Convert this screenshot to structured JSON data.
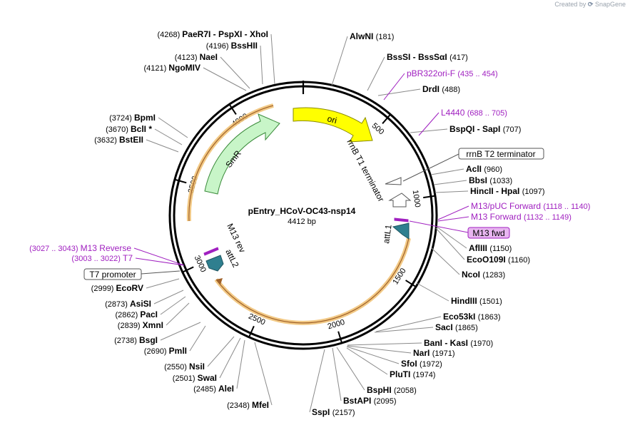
{
  "app": {
    "credit_prefix": "Created by",
    "credit_brand": "SnapGene"
  },
  "plasmid": {
    "name": "pEntry_HCoV-OC43-nsp14",
    "length_label": "4412 bp",
    "length": 4412
  },
  "colors": {
    "feature_purple": "#a020c0",
    "backbone": "#000000",
    "origin_fill": "#ffff00",
    "smr_fill": "#c8f5c8",
    "amp_halo": "#f0c070",
    "att_fill": "#2f7f8f"
  },
  "ticks": [
    "500",
    "1000",
    "1500",
    "2000",
    "2500",
    "3000",
    "3500",
    "4000"
  ],
  "features": {
    "ori": "ori",
    "smr": "SmR",
    "rrnb_t1": "rrnB T1 terminator",
    "attl1": "attL1",
    "attl2": "attL2",
    "m13rev": "M13 rev"
  },
  "left_sites": [
    {
      "pos": "(4268)",
      "name": "PaeR7I  -  PspXI  -  XhoI"
    },
    {
      "pos": "(4196)",
      "name": "BssHII"
    },
    {
      "pos": "(4123)",
      "name": "NaeI"
    },
    {
      "pos": "(4121)",
      "name": "NgoMIV"
    },
    {
      "pos": "(3724)",
      "name": "BpmI"
    },
    {
      "pos": "(3670)",
      "name": "BclI *"
    },
    {
      "pos": "(3632)",
      "name": "BstEII"
    },
    {
      "pos": "(2999)",
      "name": "EcoRV"
    },
    {
      "pos": "(2873)",
      "name": "AsiSI"
    },
    {
      "pos": "(2862)",
      "name": "PacI"
    },
    {
      "pos": "(2839)",
      "name": "XmnI"
    },
    {
      "pos": "(2738)",
      "name": "BsgI"
    },
    {
      "pos": "(2690)",
      "name": "PmlI"
    },
    {
      "pos": "(2550)",
      "name": "NsiI"
    },
    {
      "pos": "(2501)",
      "name": "SwaI"
    },
    {
      "pos": "(2485)",
      "name": "AleI"
    },
    {
      "pos": "(2348)",
      "name": "MfeI"
    }
  ],
  "left_features": [
    {
      "range": "(3027 .. 3043)",
      "name": "M13 Reverse"
    },
    {
      "range": "(3003 .. 3022)",
      "name": "T7"
    },
    {
      "name": "T7 promoter"
    }
  ],
  "right_sites": [
    {
      "name": "AlwNI",
      "pos": "(181)"
    },
    {
      "name": "BssSI  -  BssSαI",
      "pos": "(417)"
    },
    {
      "name": "DrdI",
      "pos": "(488)"
    },
    {
      "name": "BspQI  -  SapI",
      "pos": "(707)"
    },
    {
      "name": "AclI",
      "pos": "(960)"
    },
    {
      "name": "BbsI",
      "pos": "(1033)"
    },
    {
      "name": "HincII  -  HpaI",
      "pos": "(1097)"
    },
    {
      "name": "AflIII",
      "pos": "(1150)"
    },
    {
      "name": "EcoO109I",
      "pos": "(1160)"
    },
    {
      "name": "NcoI",
      "pos": "(1283)"
    },
    {
      "name": "HindIII",
      "pos": "(1501)"
    },
    {
      "name": "Eco53kI",
      "pos": "(1863)"
    },
    {
      "name": "SacI",
      "pos": "(1865)"
    },
    {
      "name": "BanI  -  KasI",
      "pos": "(1970)"
    },
    {
      "name": "NarI",
      "pos": "(1971)"
    },
    {
      "name": "SfoI",
      "pos": "(1972)"
    },
    {
      "name": "PluTI",
      "pos": "(1974)"
    },
    {
      "name": "BspHI",
      "pos": "(2058)"
    },
    {
      "name": "BstAPI",
      "pos": "(2095)"
    },
    {
      "name": "SspI",
      "pos": "(2157)"
    }
  ],
  "right_features": [
    {
      "name": "pBR322ori-F",
      "range": "(435 .. 454)"
    },
    {
      "name": "L4440",
      "range": "(688 .. 705)"
    },
    {
      "name": "rrnB T2 terminator"
    },
    {
      "name": "M13/pUC Forward",
      "range": "(1118 .. 1140)"
    },
    {
      "name": "M13 Forward",
      "range": "(1132 .. 1149)"
    },
    {
      "name": "M13 fwd"
    }
  ]
}
